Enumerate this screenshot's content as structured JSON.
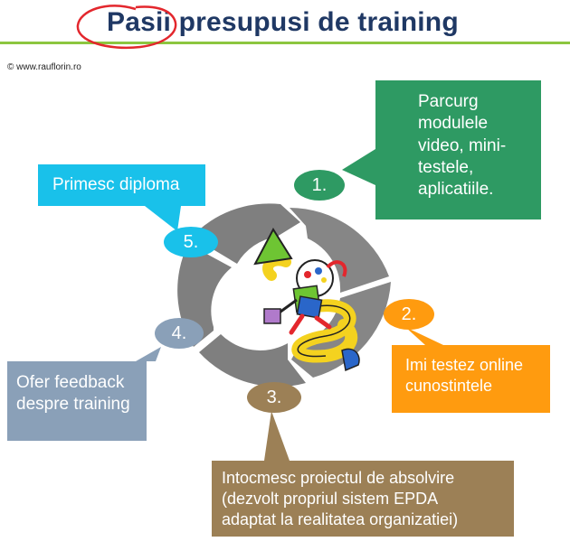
{
  "title": {
    "emphasis": "Pasii",
    "rest": "presupusi de training"
  },
  "copyright": "© www.rauflorin.ro",
  "colors": {
    "title": "#1f3864",
    "rule": "#8cc63f",
    "ring": "#7f7f7f",
    "step1": "#2e9a63",
    "step2": "#ff9b0f",
    "step3": "#9c8056",
    "step4": "#8aa0b8",
    "step5": "#19c1ea",
    "circle_mark": "#e3272d"
  },
  "steps": [
    {
      "number": "1.",
      "lines": [
        "Parcurg",
        "modulele",
        "video, mini-",
        "testele,",
        "aplicatiile."
      ]
    },
    {
      "number": "2.",
      "lines": [
        "Imi testez online",
        "cunostintele"
      ]
    },
    {
      "number": "3.",
      "lines": [
        "Intocmesc proiectul de absolvire",
        "(dezvolt propriul sistem EPDA",
        "adaptat la realitatea organizatiei)"
      ]
    },
    {
      "number": "4.",
      "lines": [
        "Ofer feedback",
        "despre training"
      ]
    },
    {
      "number": "5.",
      "lines": [
        "Primesc diploma"
      ]
    }
  ]
}
